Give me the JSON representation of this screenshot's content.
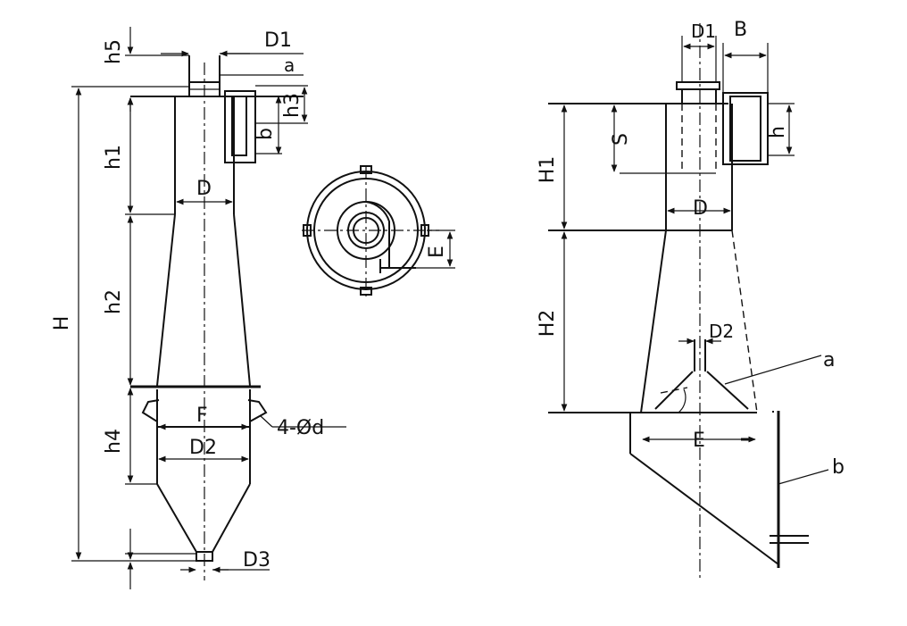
{
  "left_view": {
    "labels": {
      "h5": "h5",
      "D1": "D1",
      "a": "a",
      "h3": "h3",
      "b": "b",
      "h1": "h1",
      "D": "D",
      "h2": "h2",
      "H": "H",
      "F": "F",
      "bolts": "4-Ød",
      "h4": "h4",
      "D2": "D2",
      "D3": "D3"
    }
  },
  "top_view": {
    "labels": {
      "E": "E"
    }
  },
  "right_view": {
    "labels": {
      "D1": "D1",
      "B": "B",
      "S": "S",
      "h": "h",
      "H1": "H1",
      "D": "D",
      "H2": "H2",
      "D2": "D2",
      "a": "a",
      "E": "E",
      "b": "b"
    }
  }
}
